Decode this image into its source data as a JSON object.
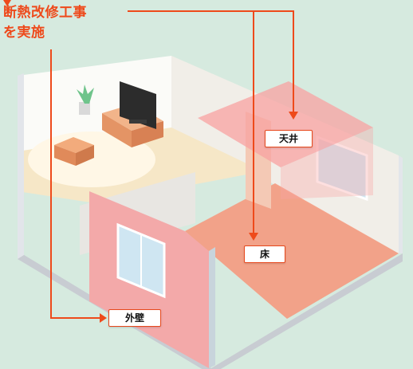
{
  "title": {
    "line1": "断熱改修工事",
    "line2": "を実施"
  },
  "labels": {
    "ceiling": "天井",
    "floor": "床",
    "exterior_wall": "外壁"
  },
  "colors": {
    "accent": "#ee4a1b",
    "highlight": "#f8a2a2",
    "floor_highlight": "#f59a7f",
    "background": "#d6eadf"
  }
}
